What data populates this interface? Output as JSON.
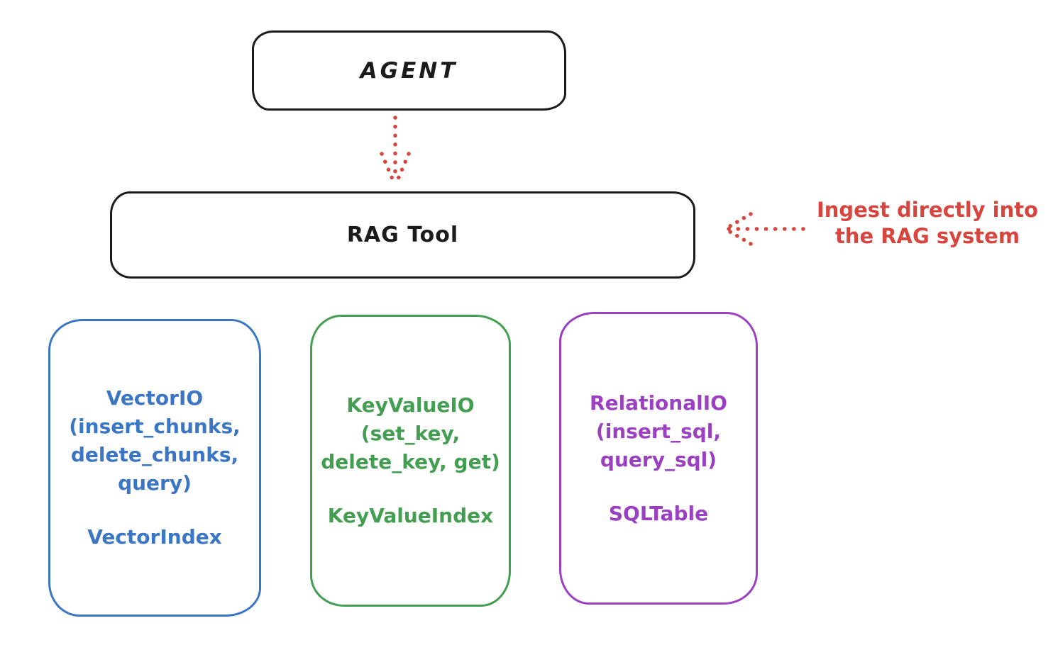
{
  "nodes": {
    "agent": {
      "label": "AGENT"
    },
    "rag_tool": {
      "label": "RAG Tool"
    }
  },
  "annotation": {
    "line1": "Ingest directly into",
    "line2": "the RAG system"
  },
  "io_nodes": [
    {
      "name": "vector-io",
      "lines": [
        "VectorIO",
        "(insert_chunks,",
        "delete_chunks,",
        "query)"
      ],
      "index_label": "VectorIndex"
    },
    {
      "name": "keyvalue-io",
      "lines": [
        "KeyValueIO",
        "(set_key,",
        "delete_key, get)"
      ],
      "index_label": "KeyValueIndex"
    },
    {
      "name": "relational-io",
      "lines": [
        "RelationalIO",
        "(insert_sql,",
        "query_sql)"
      ],
      "index_label": "SQLTable"
    }
  ],
  "colors": {
    "ink": "#1b1b1b",
    "red": "#d6463f",
    "blue": "#3b76c4",
    "green": "#449e52",
    "purple": "#9b40c0",
    "background": "#ffffff"
  }
}
